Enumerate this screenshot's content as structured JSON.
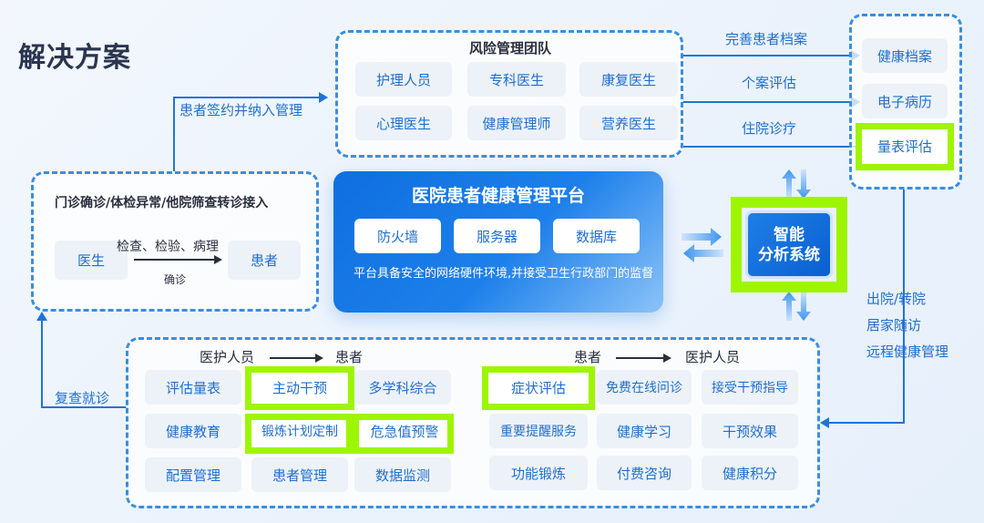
{
  "title": "解决方案",
  "risk_team": {
    "title": "风险管理团队",
    "members": [
      "护理人员",
      "专科医生",
      "康复医生",
      "心理医生",
      "健康管理师",
      "营养医生"
    ]
  },
  "flows_right": [
    "完善患者档案",
    "个案评估",
    "住院诊疗"
  ],
  "records": {
    "items": [
      "健康档案",
      "电子病历",
      "量表评估"
    ],
    "highlighted": [
      "量表评估"
    ]
  },
  "sign_label": "患者签约并纳入管理",
  "intake": {
    "title": "门诊确诊/体检异常/他院筛查转诊接入",
    "from": "医生",
    "to": "患者",
    "arrow_top": "检查、检验、病理",
    "arrow_bottom": "确诊"
  },
  "platform": {
    "title": "医院患者健康管理平台",
    "components": [
      "防火墙",
      "服务器",
      "数据库"
    ],
    "description": "平台具备安全的网络硬件环境,并接受卫生行政部门的监督"
  },
  "ai_system": {
    "line1": "智能",
    "line2": "分析系统"
  },
  "discharge_labels": [
    "出院/转院",
    "居家随访",
    "远程健康管理"
  ],
  "followup_label": "复查就诊",
  "staff_to_patient": {
    "from": "医护人员",
    "to": "患者",
    "items": [
      "评估量表",
      "主动干预",
      "多学科综合",
      "健康教育",
      "锻炼计划定制",
      "危急值预警",
      "配置管理",
      "患者管理",
      "数据监测"
    ],
    "highlighted": [
      "主动干预",
      "锻炼计划定制",
      "危急值预警"
    ]
  },
  "patient_to_staff": {
    "from": "患者",
    "to": "医护人员",
    "items": [
      "症状评估",
      "免费在线问诊",
      "接受干预指导",
      "重要提醒服务",
      "健康学习",
      "干预效果",
      "功能锻炼",
      "付费咨询",
      "健康积分"
    ],
    "highlighted": [
      "症状评估"
    ]
  },
  "colors": {
    "accent_blue": "#1f74d6",
    "highlight_green": "#9ef500",
    "title_dark": "#2a3550"
  }
}
